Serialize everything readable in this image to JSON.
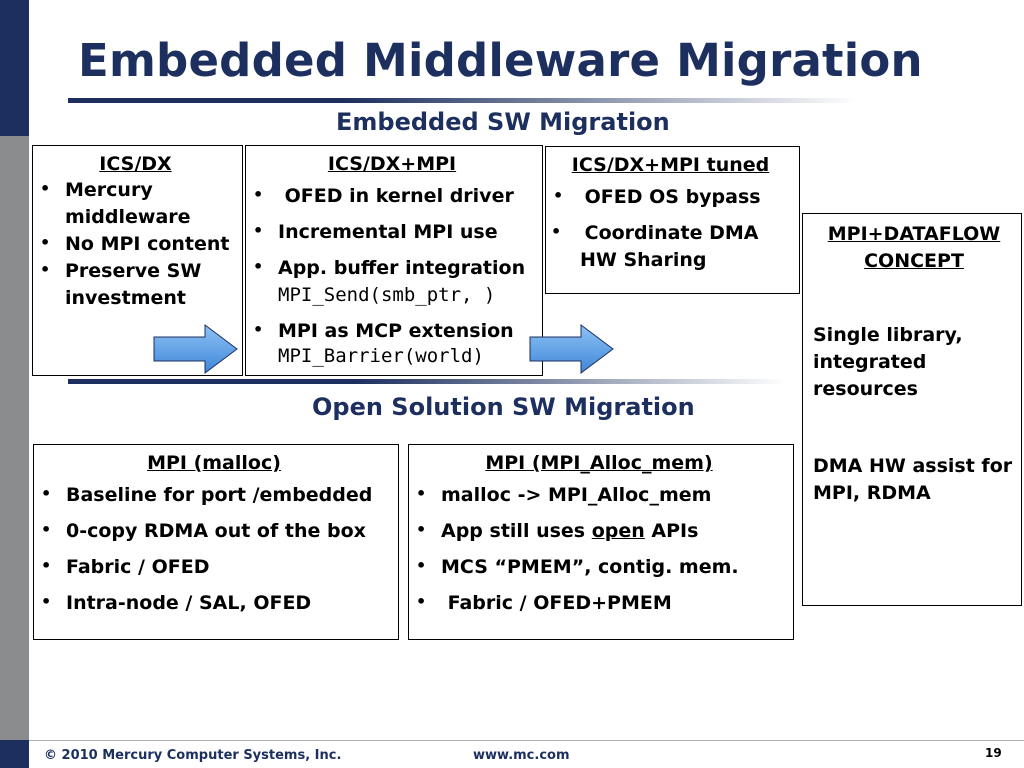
{
  "slide": {
    "title": "Embedded Middleware Migration",
    "section_top": "Embedded SW Migration",
    "section_bottom": "Open Solution SW Migration"
  },
  "boxes": {
    "ics_dx": {
      "heading": "ICS/DX",
      "items": [
        "Mercury middleware",
        "No MPI content",
        "Preserve SW investment"
      ]
    },
    "ics_dx_mpi": {
      "heading": "ICS/DX+MPI",
      "items": [
        "OFED in kernel driver",
        "Incremental MPI use",
        "App. buffer integration",
        "MPI as MCP extension"
      ],
      "code_send": "MPI_Send(smb_ptr, )",
      "code_barrier": "MPI_Barrier(world)"
    },
    "ics_dx_mpi_tuned": {
      "heading": "ICS/DX+MPI tuned",
      "items": [
        "OFED OS bypass",
        "Coordinate DMA HW Sharing"
      ]
    },
    "mpi_dataflow": {
      "heading": "MPI+DATAFLOW CONCEPT",
      "para1": "Single library, integrated resources",
      "para2": "DMA HW assist for MPI, RDMA"
    },
    "mpi_malloc": {
      "heading": "MPI (malloc)",
      "items": [
        "Baseline for port /embedded",
        "0-copy RDMA out of the box",
        "Fabric / OFED",
        "Intra-node / SAL, OFED"
      ]
    },
    "mpi_alloc_mem": {
      "heading": "MPI (MPI_Alloc_mem)",
      "item1": "malloc -> MPI_Alloc_mem",
      "item2_pre": "App still uses ",
      "item2_link": "open",
      "item2_post": " APIs",
      "item3": "MCS “PMEM”, contig. mem.",
      "item4": "Fabric / OFED+PMEM"
    }
  },
  "footer": {
    "copyright": "© 2010 Mercury Computer Systems, Inc.",
    "website": "www.mc.com",
    "page_number": "19"
  },
  "colors": {
    "navy": "#1c2f5e",
    "gray_bar": "#8a8c8e",
    "arrow_fill": "#5aa0e6"
  }
}
